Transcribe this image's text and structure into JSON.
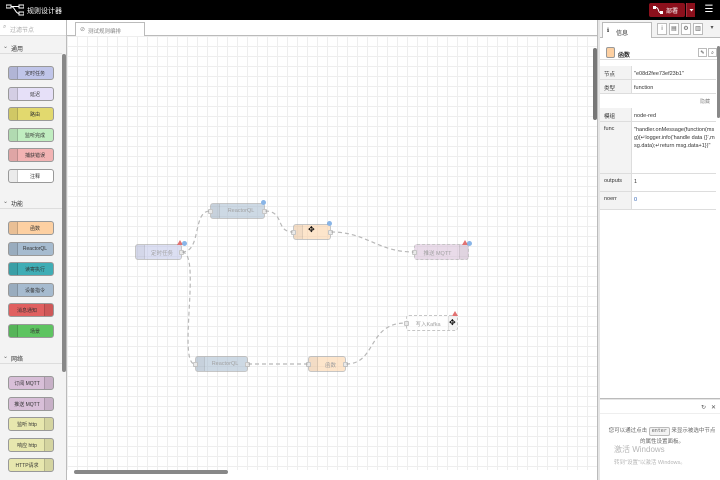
{
  "header": {
    "title": "规则设计器",
    "deploy_label": "部署"
  },
  "palette": {
    "search_placeholder": "过滤节点",
    "categories": [
      {
        "label": "通用"
      },
      {
        "label": "功能"
      },
      {
        "label": "网络"
      }
    ],
    "common": [
      {
        "label": "定时任务",
        "color": "#c0c5e9"
      },
      {
        "label": "延迟",
        "color": "#e6e0f8"
      },
      {
        "label": "路由",
        "color": "#e2d96e"
      },
      {
        "label": "监听完成",
        "color": "#c0edc0"
      },
      {
        "label": "捕获错误",
        "color": "#f2b3b3"
      },
      {
        "label": "注释",
        "color": "#ffffff"
      }
    ],
    "function": [
      {
        "label": "函数",
        "color": "#fdd0a2"
      },
      {
        "label": "ReactorQL",
        "color": "#a6bbcf"
      },
      {
        "label": "读寄执行",
        "color": "#3fadb5"
      },
      {
        "label": "设备指令",
        "color": "#a6bbcf"
      },
      {
        "label": "消息通知",
        "color": "#e06060"
      },
      {
        "label": "场景",
        "color": "#5ec461"
      }
    ],
    "network": [
      {
        "label": "订阅 MQTT",
        "color": "#d8bfd8"
      },
      {
        "label": "推送 MQTT",
        "color": "#d8bfd8"
      },
      {
        "label": "监听 http",
        "color": "#e7e7ae"
      },
      {
        "label": "响应 http",
        "color": "#e7e7ae"
      },
      {
        "label": "HTTP请求",
        "color": "#e7e7ae"
      }
    ]
  },
  "workspace": {
    "tab_label": "测试规则编排",
    "nodes": [
      {
        "id": "timer",
        "label": "定时任务",
        "color": "#c0c5e9"
      },
      {
        "id": "rql1",
        "label": "ReactorQL",
        "color": "#a6bbcf"
      },
      {
        "id": "func1",
        "label": "",
        "color": "#fdd0a2"
      },
      {
        "id": "mqtt",
        "label": "推送 MQTT",
        "color": "#d8bfd8"
      },
      {
        "id": "kafka",
        "label": "写入Kafka",
        "color": "#ffffff"
      },
      {
        "id": "rql2",
        "label": "ReactorQL",
        "color": "#a6bbcf"
      },
      {
        "id": "func2",
        "label": "函数",
        "color": "#fdd0a2"
      }
    ]
  },
  "sidebar": {
    "tab_label": "信息",
    "node_title": "函数",
    "show_more": "隐藏",
    "rows": [
      {
        "key": "节点",
        "value": "\"e08d2fee73ef23b1\""
      },
      {
        "key": "类型",
        "value": "function"
      },
      {
        "key": "模组",
        "value": "node-red"
      },
      {
        "key": "func",
        "value": "\"handler.onMessage(function(msg){↵logger.info('handle data {}',msg.data);↵return msg.data+1})\""
      },
      {
        "key": "outputs",
        "value": "1"
      },
      {
        "key": "noerr",
        "value": "0"
      }
    ],
    "help_part1": "您可以通过点击",
    "help_key": "enter",
    "help_part2": "来显示被选中节点的属性设置面板。",
    "watermark_title": "激活 Windows",
    "watermark_sub": "转到\"设置\"以激活 Windows。"
  }
}
